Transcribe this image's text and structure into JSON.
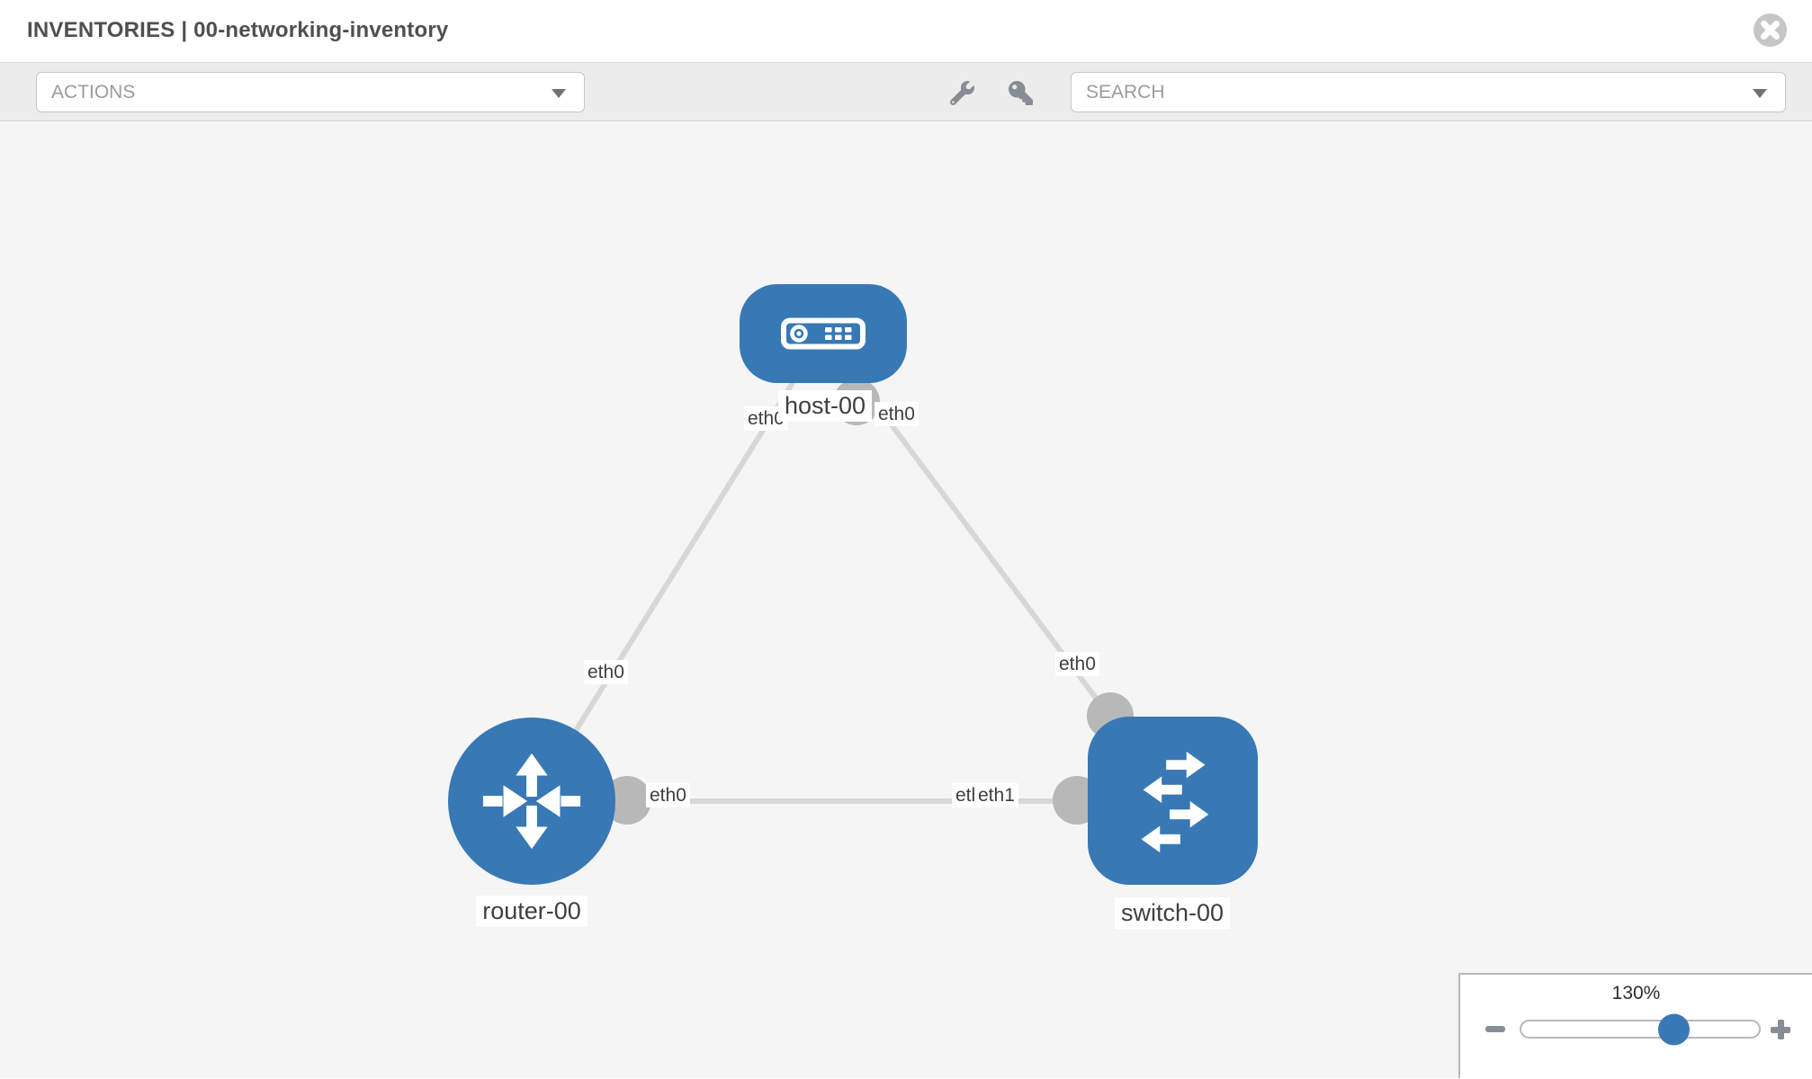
{
  "header": {
    "title": "INVENTORIES | 00-networking-inventory"
  },
  "toolbar": {
    "actions_label": "ACTIONS",
    "search_label": "SEARCH"
  },
  "canvas": {
    "nodes": {
      "host": {
        "label": "host-00",
        "type": "host",
        "icon": "server-icon"
      },
      "router": {
        "label": "router-00",
        "type": "router",
        "icon": "router-arrows-icon"
      },
      "switch": {
        "label": "switch-00",
        "type": "switch",
        "icon": "switch-arrows-icon"
      }
    },
    "links": [
      {
        "from": "host-00",
        "to": "router-00",
        "from_interface": "eth0",
        "to_interface": "eth0"
      },
      {
        "from": "host-00",
        "to": "switch-00",
        "from_interface": "eth0",
        "to_interface": "eth0"
      },
      {
        "from": "router-00",
        "to": "switch-00",
        "from_interface": "eth0",
        "to_interface": "eth1"
      }
    ],
    "interface_labels": {
      "host_left": "eth0",
      "host_right": "eth0",
      "link_host_router_mid": "eth0",
      "link_host_switch_mid": "eth0",
      "router_right": "eth0",
      "switch_left_back": "eth0",
      "switch_left_front": "eth1"
    }
  },
  "zoom_control": {
    "level": "130%"
  },
  "colors": {
    "node_blue": "#3878b5",
    "link": "#d7d7d7",
    "port": "#b8b8b8",
    "toolbar_bg": "#ececec",
    "canvas_bg": "#f5f5f5",
    "icon_gray": "#878d94"
  }
}
